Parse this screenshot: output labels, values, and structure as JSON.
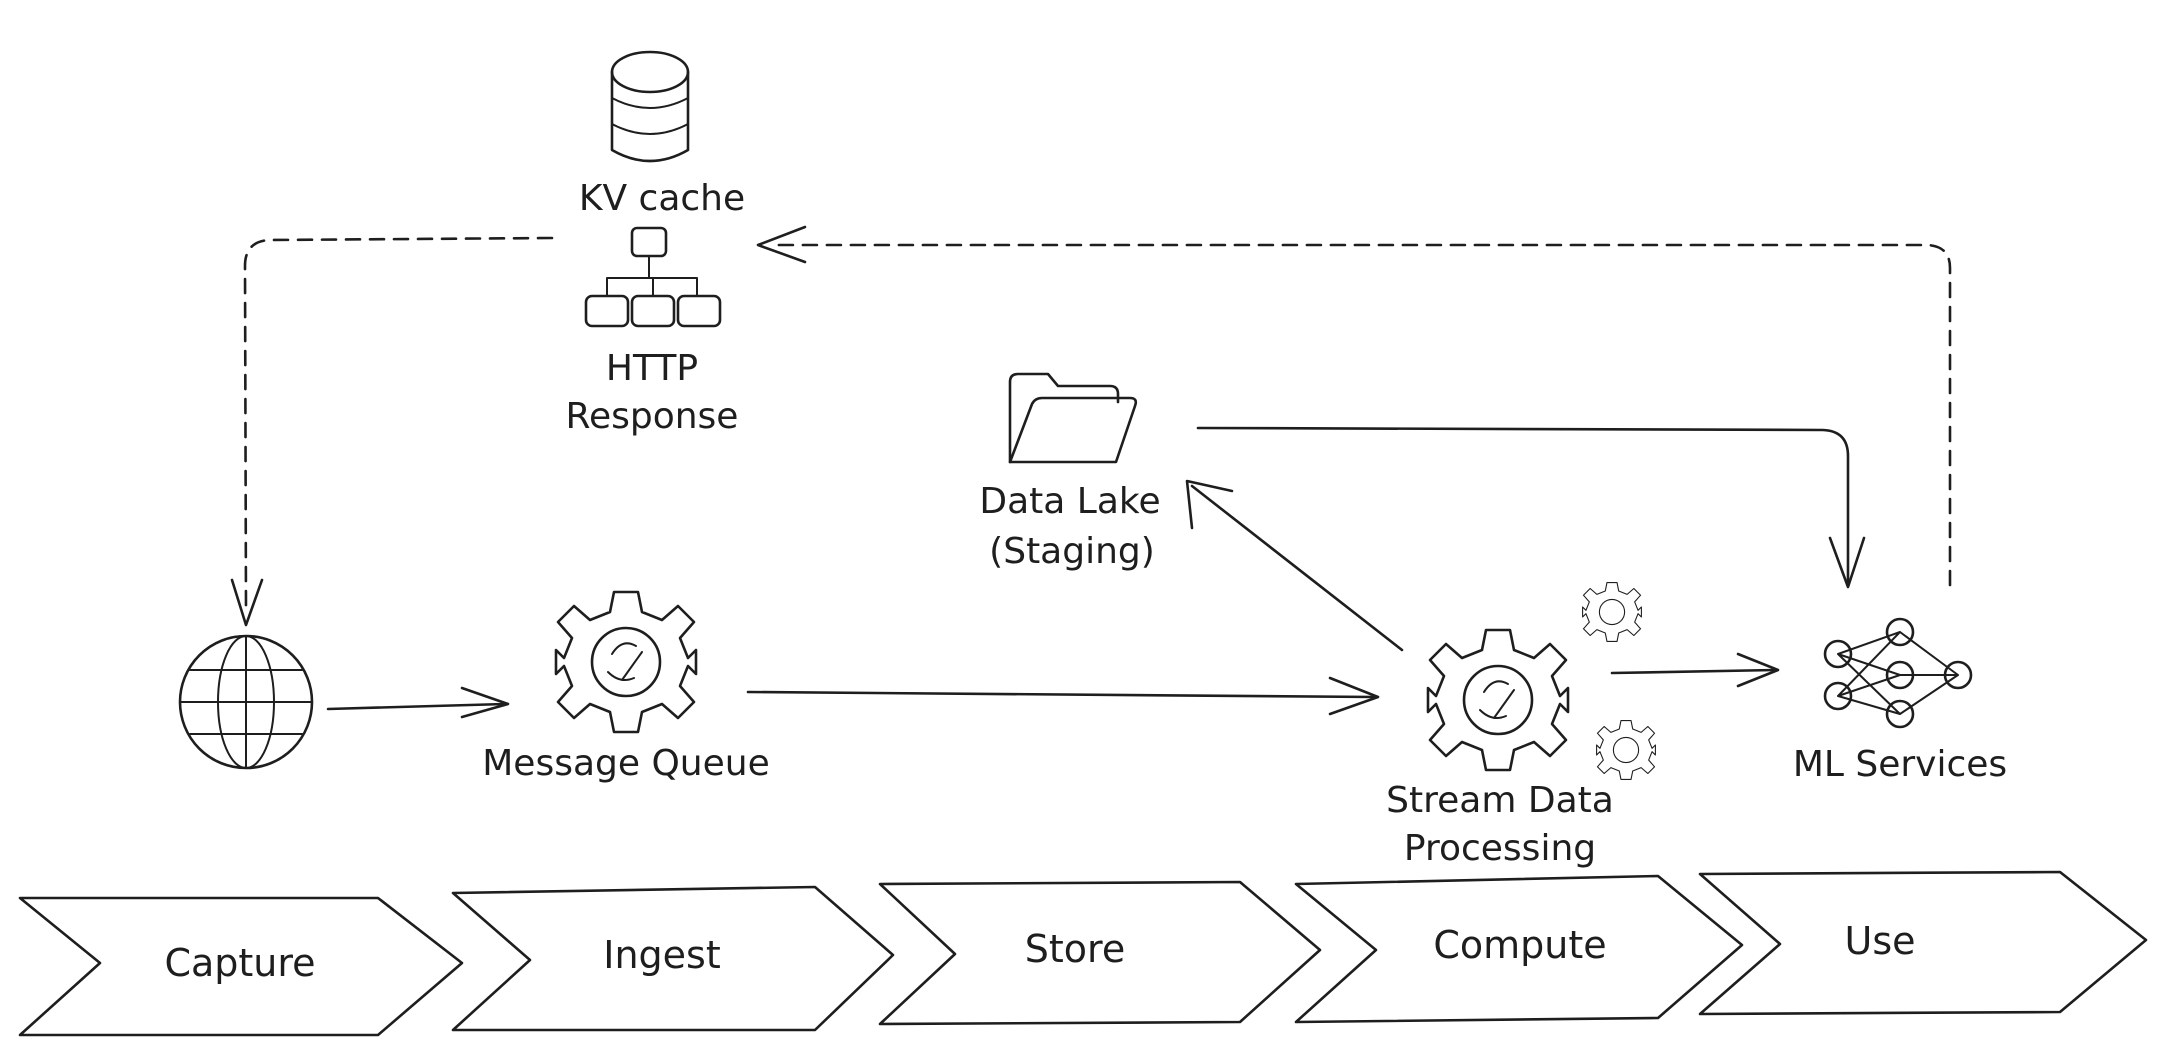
{
  "nodes": {
    "kv_cache": "KV cache",
    "http_response_line1": "HTTP",
    "http_response_line2": "Response",
    "data_lake_line1": "Data Lake",
    "data_lake_line2": "(Staging)",
    "message_queue": "Message Queue",
    "stream_processing_line1": "Stream Data",
    "stream_processing_line2": "Processing",
    "ml_services": "ML Services"
  },
  "stages": [
    {
      "label": "Capture"
    },
    {
      "label": "Ingest"
    },
    {
      "label": "Store"
    },
    {
      "label": "Compute"
    },
    {
      "label": "Use"
    }
  ],
  "icons": [
    "database-icon",
    "hierarchy-icon",
    "folder-icon",
    "globe-icon",
    "gear-icon",
    "neural-network-icon"
  ],
  "colors": {
    "ink": "#1e1e1e",
    "background": "#ffffff"
  }
}
